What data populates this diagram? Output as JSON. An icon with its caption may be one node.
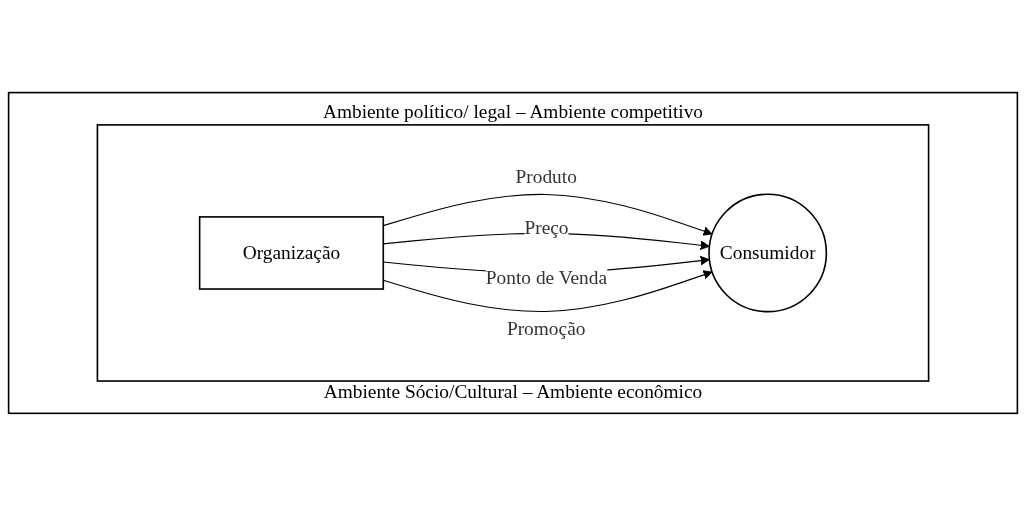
{
  "diagram": {
    "nodes": [
      {
        "text": [
          "Ambiente político/ legal – Ambiente competitivo",
          "Ambiente Sócio/Cultural – Ambiente econômico"
        ]
      },
      {
        "text": [],
        "shape": "box",
        "in": 0
      },
      {
        "text": [
          "Organização"
        ],
        "in": 1
      },
      {
        "text": [
          "Consumidor"
        ],
        "in": 1
      }
    ],
    "edges": [
      {
        "from": 2,
        "to": 3,
        "arrow": "to",
        "label": "Produto"
      },
      {
        "from": 2,
        "to": 3,
        "arrow": "to",
        "label": "Preço"
      },
      {
        "from": 2,
        "to": 3,
        "arrow": "to",
        "label": "Ponto de Venda"
      },
      {
        "from": 2,
        "to": 3,
        "arrow": "to",
        "label": "Promoção"
      }
    ]
  }
}
